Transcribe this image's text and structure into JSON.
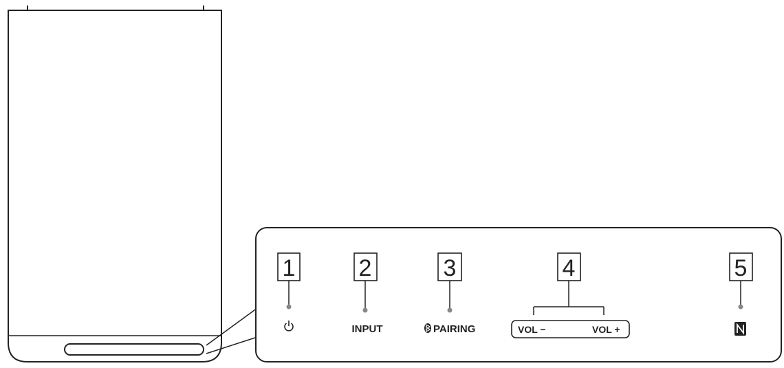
{
  "speaker": {
    "name": "speaker-unit"
  },
  "callouts": [
    {
      "number": "1",
      "label": "",
      "icon": "power-icon"
    },
    {
      "number": "2",
      "label": "INPUT",
      "icon": ""
    },
    {
      "number": "3",
      "label": "PAIRING",
      "icon": "bluetooth-icon"
    },
    {
      "number": "4",
      "label_minus": "VOL −",
      "label_plus": "VOL +",
      "icon": ""
    },
    {
      "number": "5",
      "label": "",
      "icon": "nfc-icon"
    }
  ]
}
